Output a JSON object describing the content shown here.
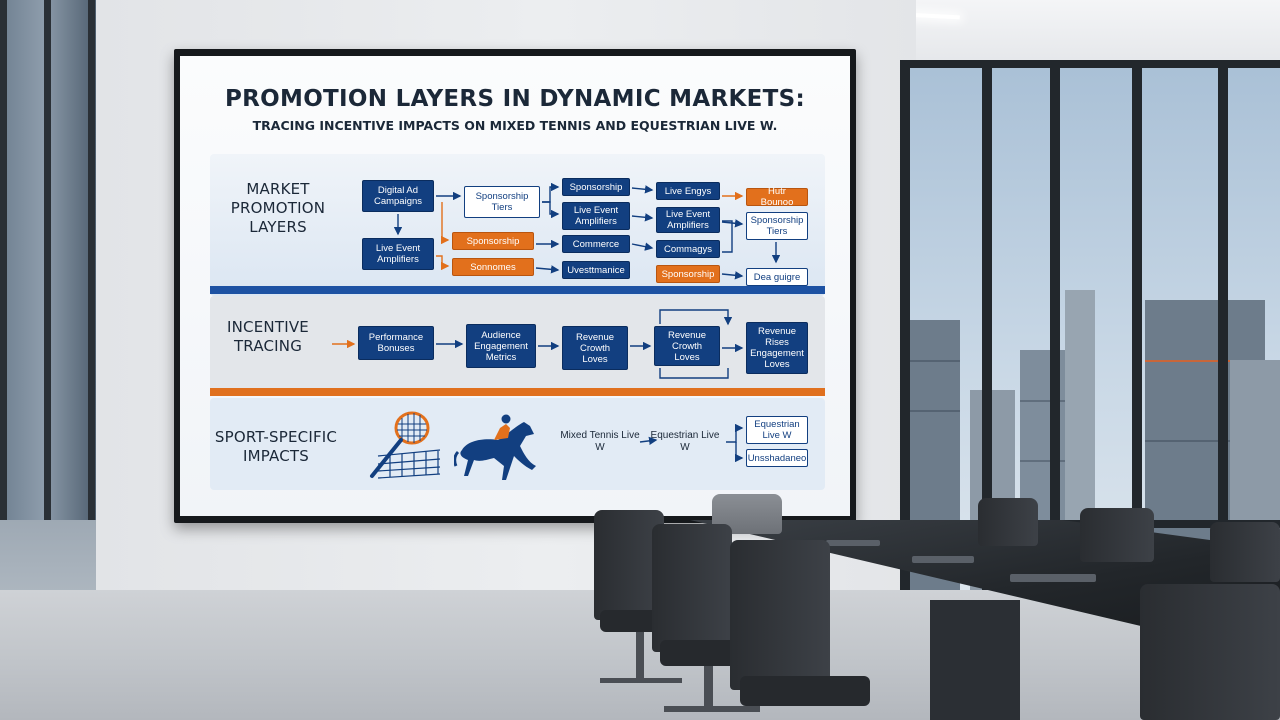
{
  "presentation": {
    "title": "PROMOTION LAYERS IN DYNAMIC MARKETS:",
    "subtitle": "TRACING INCENTIVE IMPACTS ON MIXED TENNIS AND EQUESTRIAN LIVE W.",
    "colors": {
      "primary_blue": "#123f80",
      "accent_orange": "#e2701c",
      "text_dark": "#1b2838"
    },
    "sections": {
      "market": {
        "label_lines": [
          "MARKET",
          "PROMOTION",
          "LAYERS"
        ],
        "boxes": [
          "Digital Ad Campaigns",
          "Live Event Amplifiers",
          "Sponsorship Tiers",
          "Sponsorship",
          "Sonnomes",
          "Sponsorship",
          "Live Event Amplifiers",
          "Commerce",
          "Uvesttmanice",
          "Live Engys",
          "Live Event Amplifiers",
          "Commagys",
          "Sponsorship",
          "Hutr Bounoo",
          "Sponsorship Tiers",
          "Dea guigre"
        ]
      },
      "incentive": {
        "label_lines": [
          "INCENTIVE",
          "TRACING"
        ],
        "boxes": [
          "Performance Bonuses",
          "Audience Engagement Metrics",
          "Revenue Crowth Loves",
          "Revenue Crowth Loves",
          "Revenue Rises Engagement Loves"
        ]
      },
      "sport": {
        "label_lines": [
          "SPORT-SPECIFIC",
          "IMPACTS"
        ],
        "icons": [
          "tennis-racket-icon",
          "horse-rider-icon"
        ],
        "texts": [
          "Mixed Tennis Live W",
          "Equestrian Live W"
        ],
        "boxes": [
          "Equestrian Live W",
          "Unsshadaneo"
        ]
      }
    }
  }
}
